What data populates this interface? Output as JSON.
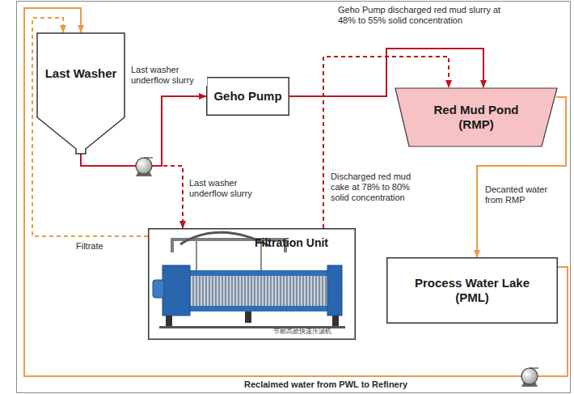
{
  "diagram": {
    "nodes": [
      {
        "text": [
          "Last Washer"
        ]
      },
      {
        "text": [
          "Geho Pump"
        ]
      },
      {
        "text": [
          "Red Mud Pond (RMP)"
        ]
      },
      {
        "text": [
          "Filtration Unit"
        ]
      },
      {
        "text": [
          "Process Water Lake (PML)"
        ]
      }
    ],
    "edges": [
      {
        "from": 0,
        "to": 1,
        "label": "Last washer underflow slurry",
        "arrow": "to"
      },
      {
        "from": 1,
        "to": 2,
        "label": "Geho Pump discharged red mud slurry at 48% to 55% solid concentration",
        "arrow": "to"
      },
      {
        "from": 0,
        "to": 3,
        "label": "Last washer underflow slurry",
        "arrow": "to"
      },
      {
        "from": 3,
        "to": 2,
        "label": "Discharged red mud cake at 78% to 80% solid concentration",
        "arrow": "to"
      },
      {
        "from": 3,
        "to": 0,
        "label": "Filtrate",
        "arrow": "to"
      },
      {
        "from": 2,
        "to": 4,
        "label": "Decanted water from RMP",
        "arrow": "to"
      },
      {
        "from": 4,
        "to": 0,
        "label": "Reclaimed water from PWL to Refinery",
        "arrow": "to"
      }
    ],
    "labels": [
      "节能高效快速压滤机"
    ]
  }
}
